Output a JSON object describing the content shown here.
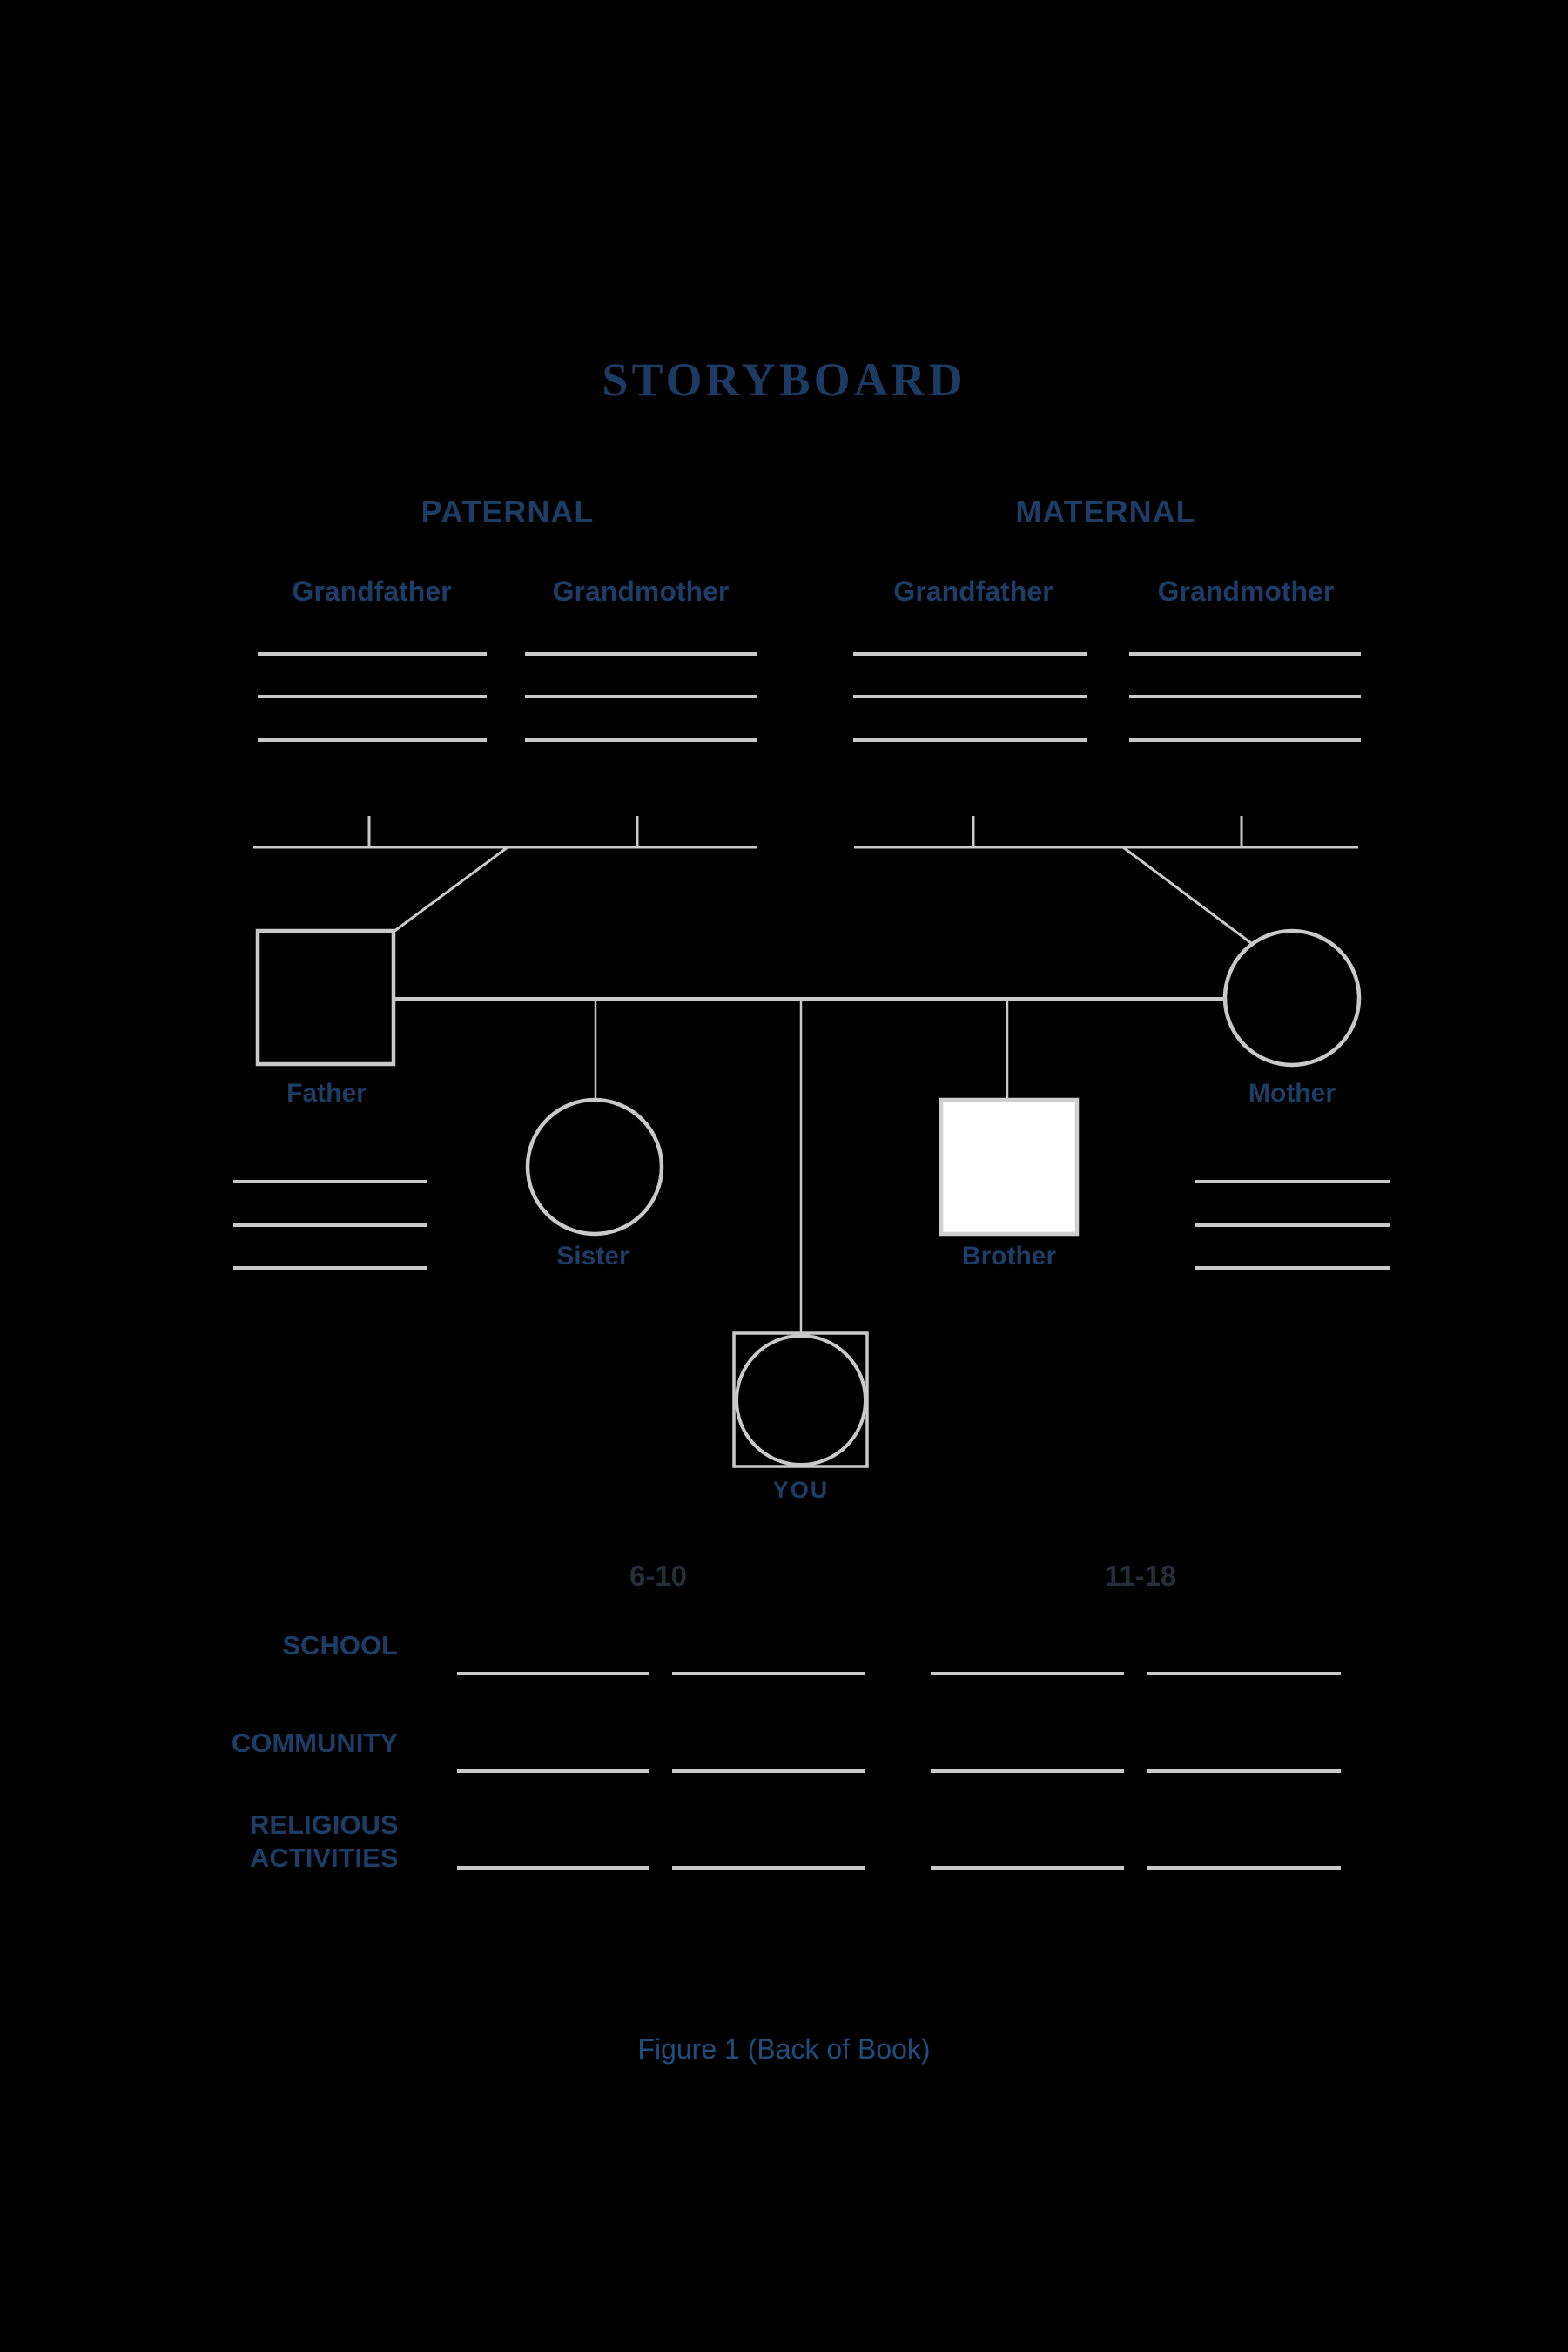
{
  "page": {
    "title": "STORYBOARD",
    "caption": "Figure 1 (Back of Book)"
  },
  "genogram": {
    "paternal_header": "PATERNAL",
    "maternal_header": "MATERNAL",
    "paternal_grandfather_label": "Grandfather",
    "paternal_grandmother_label": "Grandmother",
    "maternal_grandfather_label": "Grandfather",
    "maternal_grandmother_label": "Grandmother",
    "father_label": "Father",
    "mother_label": "Mother",
    "sister_label": "Sister",
    "brother_label": "Brother",
    "you_label": "YOU",
    "blank_lines_per_grandparent": 3,
    "blank_lines_per_parent": 3
  },
  "timeline": {
    "age_ranges": [
      "6-10",
      "11-18"
    ],
    "row_labels": [
      "SCHOOL",
      "COMMUNITY",
      "RELIGIOUS ACTIVITIES"
    ],
    "blank_lines_per_age_range": 2
  },
  "colors": {
    "background": "#000000",
    "navy_label": "#1d3c66",
    "title_navy": "#1d3a63",
    "caption_blue": "#1f4e7d",
    "age_header_dark": "#262e39",
    "line_gray": "#c9c9c9",
    "brother_fill": "#ffffff"
  }
}
